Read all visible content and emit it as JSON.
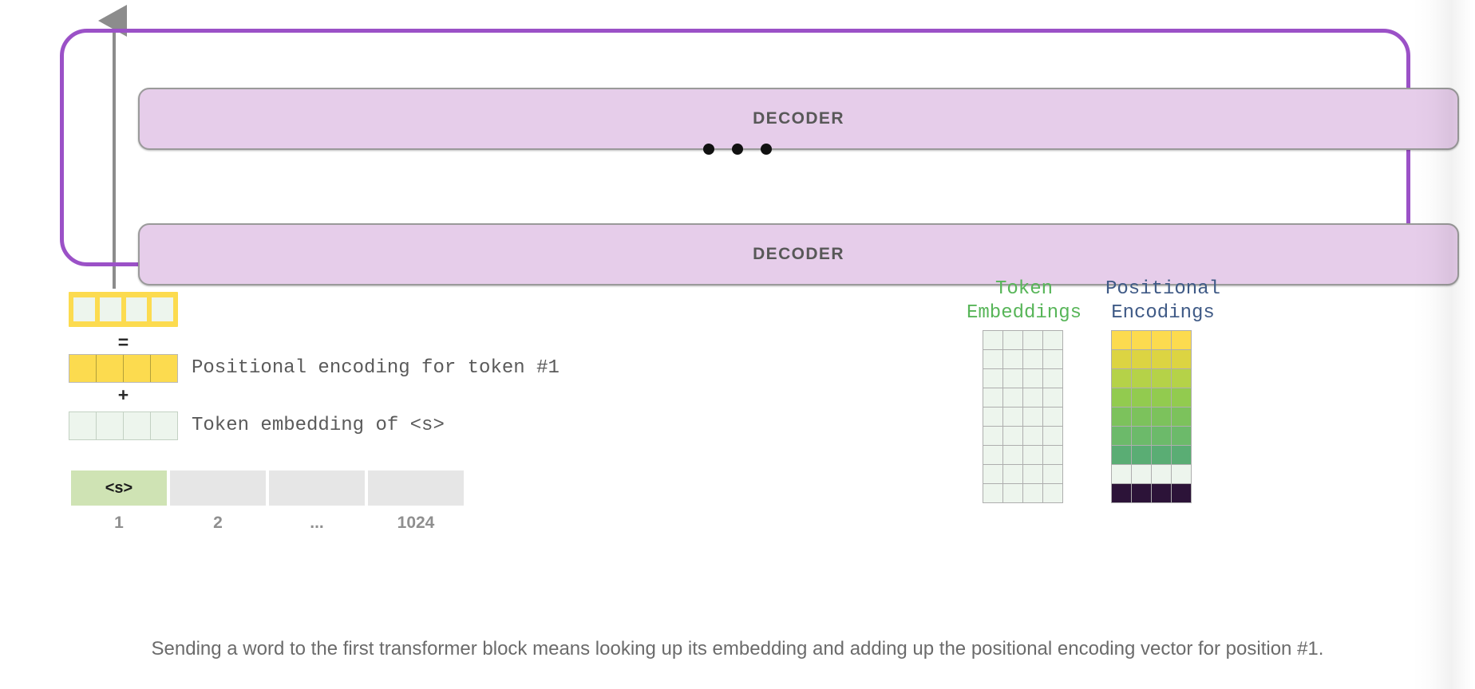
{
  "colors": {
    "purple_border": "#9b51c7",
    "decoder_fill": "#e6cdea",
    "decoder_stroke": "#9a9a9a",
    "yellow": "#fcdb4f",
    "pale_green": "#edf5ed",
    "token_active": "#cfe3b4",
    "token_inactive": "#e6e6e6",
    "title_green": "#57b558",
    "title_blue": "#3f5a86",
    "arrow_gray": "#8c8c8c",
    "caption_gray": "#6b6b6b"
  },
  "stack": {
    "decoder_top_label": "DECODER",
    "decoder_bottom_label": "DECODER",
    "ellipsis_dots": 3
  },
  "sum_stack": {
    "result_cells": 4,
    "equals_sign": "=",
    "plus_sign": "+",
    "positional_cells": 4,
    "positional_caption": "Positional encoding for token #1",
    "token_cells": 4,
    "token_caption": "Token embedding of <s>"
  },
  "token_strip": {
    "cells": [
      {
        "label": "<s>",
        "active": true
      },
      {
        "label": "",
        "active": false
      },
      {
        "label": "",
        "active": false
      },
      {
        "label": "",
        "active": false
      }
    ],
    "indices": [
      "1",
      "2",
      "...",
      "1024"
    ]
  },
  "matrices": {
    "token_embeddings": {
      "title_line1": "Token",
      "title_line2": "Embeddings",
      "rows": 9,
      "cols": 4,
      "empty_color": "#edf5ed"
    },
    "positional_encodings": {
      "title_line1": "Positional",
      "title_line2": "Encodings",
      "rows": 9,
      "cols": 4,
      "row_colors": [
        "#fcdb4f",
        "#dcd442",
        "#b5d248",
        "#92cb4f",
        "#7cc25c",
        "#6cba6a",
        "#5aad74",
        "#edf5ed",
        "#2c1338"
      ]
    }
  },
  "caption": {
    "text": "Sending a word to the first transformer block means looking up its embedding and adding up the positional encoding vector for position #1."
  }
}
